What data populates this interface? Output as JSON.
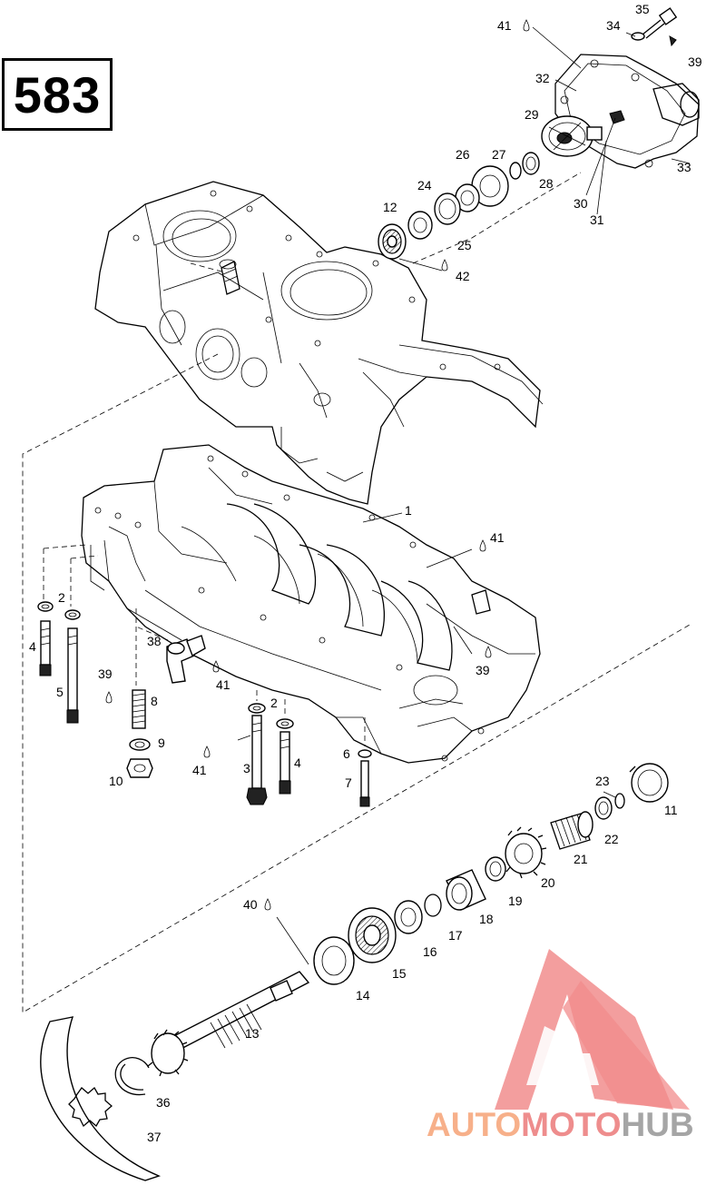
{
  "page_number": "583",
  "watermark": {
    "part1": "AUTO",
    "part2": "MOTO",
    "part3": "HUB",
    "colors": {
      "auto": "#f7b08a",
      "moto": "#ee8d8d",
      "hub": "#a5a5a5",
      "logo": "#f08080"
    }
  },
  "callouts": [
    {
      "id": "c35",
      "text": "35"
    },
    {
      "id": "c41a",
      "text": "41"
    },
    {
      "id": "c34",
      "text": "34"
    },
    {
      "id": "c39a",
      "text": "39"
    },
    {
      "id": "c32",
      "text": "32"
    },
    {
      "id": "c29",
      "text": "29"
    },
    {
      "id": "c33",
      "text": "33"
    },
    {
      "id": "c26",
      "text": "26"
    },
    {
      "id": "c27",
      "text": "27"
    },
    {
      "id": "c24",
      "text": "24"
    },
    {
      "id": "c28",
      "text": "28"
    },
    {
      "id": "c30",
      "text": "30"
    },
    {
      "id": "c12",
      "text": "12"
    },
    {
      "id": "c25",
      "text": "25"
    },
    {
      "id": "c31",
      "text": "31"
    },
    {
      "id": "c42",
      "text": "42"
    },
    {
      "id": "c1",
      "text": "1"
    },
    {
      "id": "c41b",
      "text": "41"
    },
    {
      "id": "c2a",
      "text": "2"
    },
    {
      "id": "c4a",
      "text": "4"
    },
    {
      "id": "c38",
      "text": "38"
    },
    {
      "id": "c41c",
      "text": "41"
    },
    {
      "id": "c39b",
      "text": "39"
    },
    {
      "id": "c39c",
      "text": "39"
    },
    {
      "id": "c8",
      "text": "8"
    },
    {
      "id": "c5",
      "text": "5"
    },
    {
      "id": "c2b",
      "text": "2"
    },
    {
      "id": "c9",
      "text": "9"
    },
    {
      "id": "c4b",
      "text": "4"
    },
    {
      "id": "c6",
      "text": "6"
    },
    {
      "id": "c41d",
      "text": "41"
    },
    {
      "id": "c3",
      "text": "3"
    },
    {
      "id": "c10",
      "text": "10"
    },
    {
      "id": "c7",
      "text": "7"
    },
    {
      "id": "c23",
      "text": "23"
    },
    {
      "id": "c11",
      "text": "11"
    },
    {
      "id": "c22",
      "text": "22"
    },
    {
      "id": "c21",
      "text": "21"
    },
    {
      "id": "c20",
      "text": "20"
    },
    {
      "id": "c19",
      "text": "19"
    },
    {
      "id": "c40",
      "text": "40"
    },
    {
      "id": "c18",
      "text": "18"
    },
    {
      "id": "c17",
      "text": "17"
    },
    {
      "id": "c16",
      "text": "16"
    },
    {
      "id": "c15",
      "text": "15"
    },
    {
      "id": "c14",
      "text": "14"
    },
    {
      "id": "c13",
      "text": "13"
    },
    {
      "id": "c36",
      "text": "36"
    },
    {
      "id": "c37",
      "text": "37"
    }
  ]
}
